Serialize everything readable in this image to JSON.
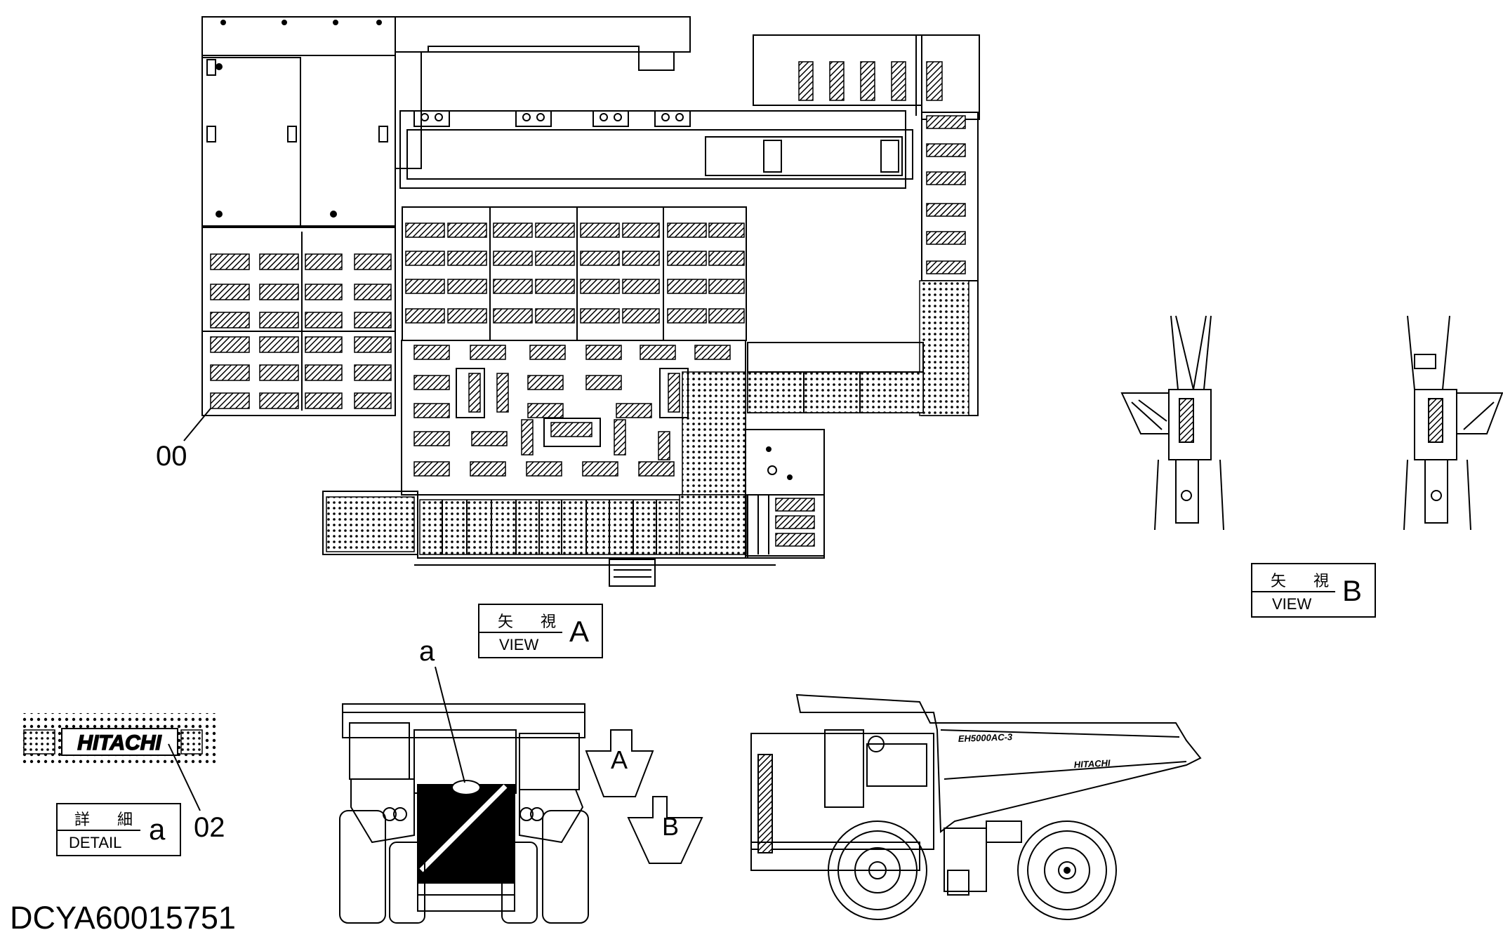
{
  "callouts": {
    "item_00": "00",
    "item_02": "02",
    "detail_ref_a": "a"
  },
  "view_a": {
    "kanji": "矢 視",
    "word": "VIEW",
    "letter": "A"
  },
  "view_b": {
    "kanji": "矢 視",
    "word": "VIEW",
    "letter": "B"
  },
  "detail_a": {
    "kanji": "詳 細",
    "word": "DETAIL",
    "letter": "a"
  },
  "arrows": {
    "a": "A",
    "b": "B"
  },
  "decal_text": "HITACHI",
  "truck_badges": {
    "model": "EH5000AC-3",
    "brand": "HITACHI"
  },
  "drawing_number": "DCYA60015751"
}
